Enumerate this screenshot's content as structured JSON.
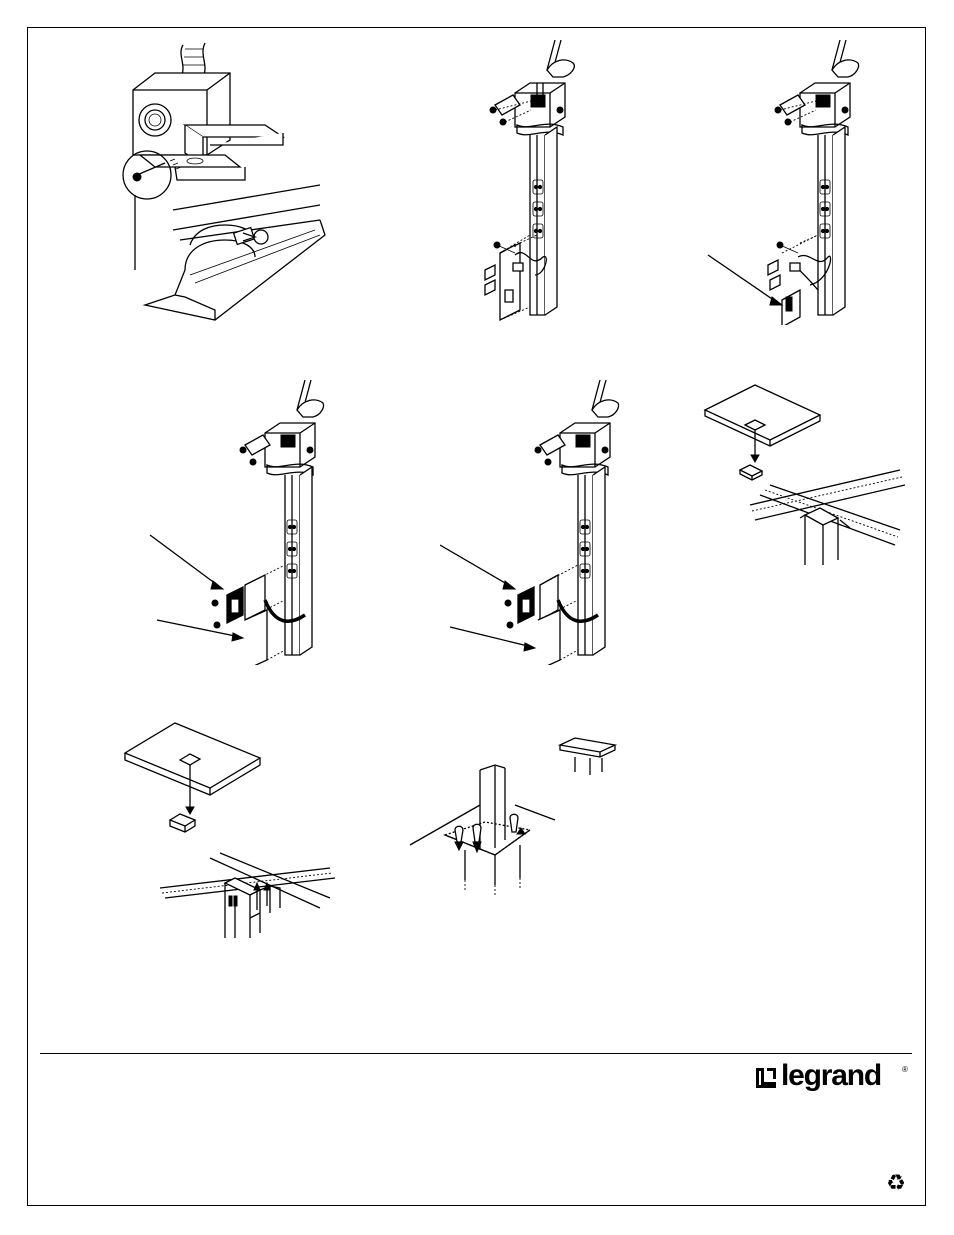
{
  "brand": {
    "name": "legrand",
    "registered_mark": "®",
    "color": "#000000"
  },
  "icons": {
    "logo": "legrand-mark-icon",
    "recycle": "recycle-icon"
  },
  "figures": [
    {
      "id": "fig-1",
      "depicts": "junction-box-bracket-screw-to-ceiling-grid"
    },
    {
      "id": "fig-2",
      "depicts": "pole-wiring-top-feed"
    },
    {
      "id": "fig-3",
      "depicts": "pole-wiring-bottom-device"
    },
    {
      "id": "fig-4",
      "depicts": "pole-data-plate-install"
    },
    {
      "id": "fig-5",
      "depicts": "pole-data-plate-install-alt"
    },
    {
      "id": "fig-6",
      "depicts": "ceiling-tile-cutout-trim"
    },
    {
      "id": "fig-7",
      "depicts": "ceiling-trim-plate-install"
    },
    {
      "id": "fig-8",
      "depicts": "floor-foot-plate-screws"
    }
  ]
}
